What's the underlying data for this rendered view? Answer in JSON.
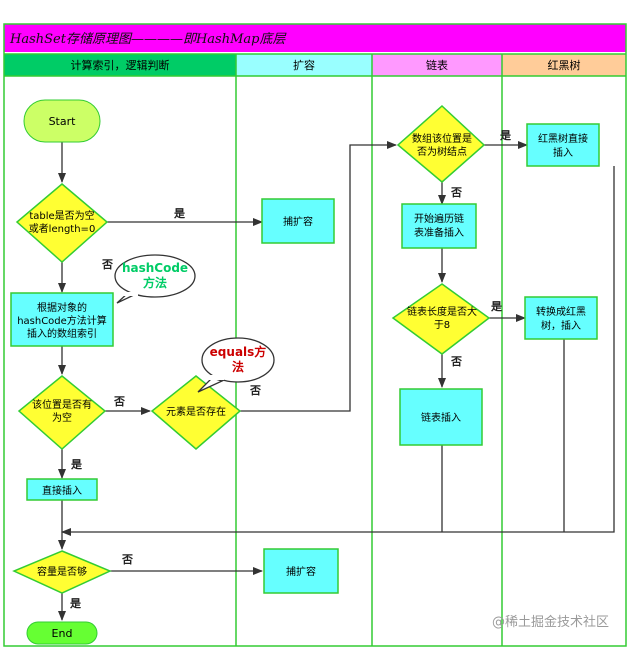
{
  "title": "HashSet存储原理图————即HashMap底层",
  "lanes": [
    {
      "label": "计算索引，逻辑判断",
      "color": "#00cc66"
    },
    {
      "label": "扩容",
      "color": "#99ffff"
    },
    {
      "label": "链表",
      "color": "#ff99ff"
    },
    {
      "label": "红黑树",
      "color": "#ffcc99"
    }
  ],
  "colors": {
    "title_bg": "#ff00ff",
    "process_fill": "#66ffff",
    "decision_fill": "#ffff33",
    "start_fill": "#ccff66",
    "end_fill": "#66ff33",
    "border": "#33cc33",
    "callout_green": "#00cc66",
    "callout_red": "#cc0000"
  },
  "nodes": {
    "start": "Start",
    "table_empty": [
      "table是否为空",
      "或者length=0"
    ],
    "resize1": "捕扩容",
    "compute_index": [
      "根据对象的",
      "hashCode方法计算",
      "插入的数组索引"
    ],
    "slot_has_value": [
      "该位置是否有",
      "为空"
    ],
    "element_exists": "元素是否存在",
    "direct_insert": "直接插入",
    "is_tree_node": [
      "数组该位置是",
      "否为树结点"
    ],
    "tree_insert": [
      "红黑树直接",
      "插入"
    ],
    "traverse_list": [
      "开始遍历链",
      "表准备插入"
    ],
    "list_length": [
      "链表长度是否大",
      "于8"
    ],
    "to_tree": [
      "转换成红黑",
      "树，插入"
    ],
    "list_insert": "链表插入",
    "capacity_enough": "容量是否够",
    "resize2": "捕扩容",
    "end": "End"
  },
  "labels": {
    "yes": "是",
    "no": "否"
  },
  "callouts": {
    "hashcode": [
      "hashCode",
      "方法"
    ],
    "equals": [
      "equals方",
      "法"
    ]
  },
  "watermark": "@稀土掘金技术社区"
}
